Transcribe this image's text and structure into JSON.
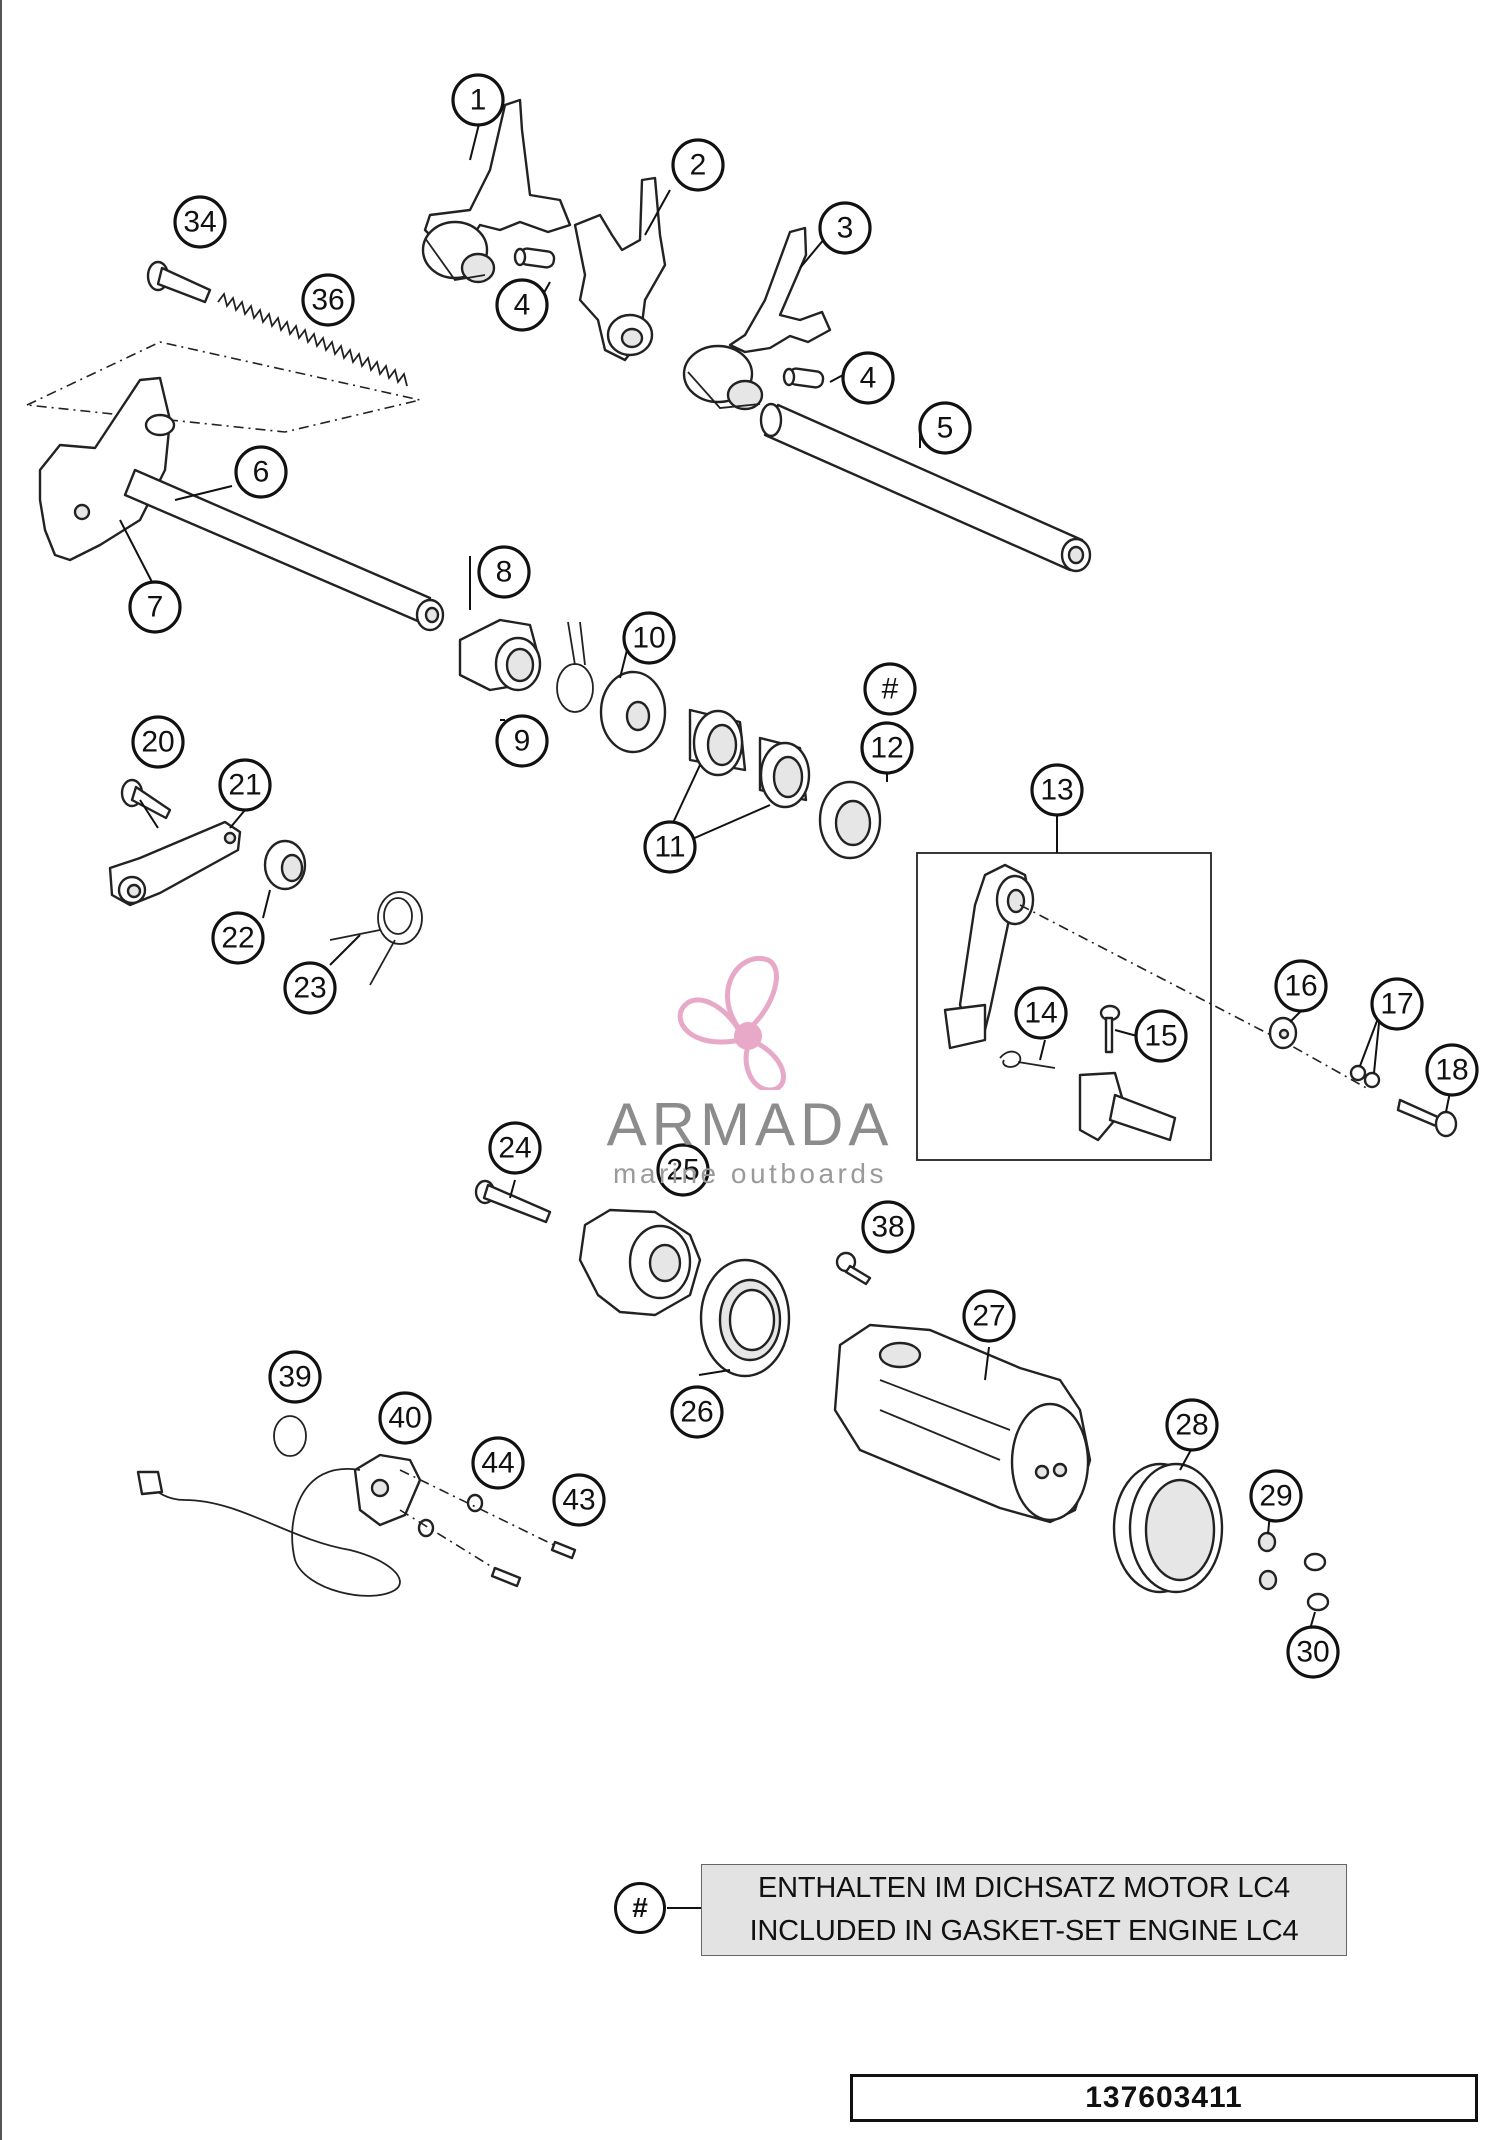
{
  "diagram": {
    "callouts": [
      {
        "id": "1",
        "label": "1"
      },
      {
        "id": "2",
        "label": "2"
      },
      {
        "id": "3",
        "label": "3"
      },
      {
        "id": "4a",
        "label": "4"
      },
      {
        "id": "4b",
        "label": "4"
      },
      {
        "id": "5",
        "label": "5"
      },
      {
        "id": "6",
        "label": "6"
      },
      {
        "id": "7",
        "label": "7"
      },
      {
        "id": "8",
        "label": "8"
      },
      {
        "id": "9",
        "label": "9"
      },
      {
        "id": "10",
        "label": "10"
      },
      {
        "id": "11",
        "label": "11"
      },
      {
        "id": "hash",
        "label": "#"
      },
      {
        "id": "12",
        "label": "12"
      },
      {
        "id": "13",
        "label": "13"
      },
      {
        "id": "14",
        "label": "14"
      },
      {
        "id": "15",
        "label": "15"
      },
      {
        "id": "16",
        "label": "16"
      },
      {
        "id": "17",
        "label": "17"
      },
      {
        "id": "18",
        "label": "18"
      },
      {
        "id": "20",
        "label": "20"
      },
      {
        "id": "21",
        "label": "21"
      },
      {
        "id": "22",
        "label": "22"
      },
      {
        "id": "23",
        "label": "23"
      },
      {
        "id": "24",
        "label": "24"
      },
      {
        "id": "25",
        "label": "25"
      },
      {
        "id": "26",
        "label": "26"
      },
      {
        "id": "27",
        "label": "27"
      },
      {
        "id": "28",
        "label": "28"
      },
      {
        "id": "29",
        "label": "29"
      },
      {
        "id": "30",
        "label": "30"
      },
      {
        "id": "34",
        "label": "34"
      },
      {
        "id": "36",
        "label": "36"
      },
      {
        "id": "38",
        "label": "38"
      },
      {
        "id": "39",
        "label": "39"
      },
      {
        "id": "40",
        "label": "40"
      },
      {
        "id": "43",
        "label": "43"
      },
      {
        "id": "44",
        "label": "44"
      }
    ]
  },
  "legend": {
    "marker": "#",
    "line_de": "ENTHALTEN IM DICHSATZ MOTOR LC4",
    "line_en": "INCLUDED IN GASKET-SET ENGINE LC4"
  },
  "drawing_number": "137603411",
  "watermark": {
    "name": "ARMADA",
    "tagline": "marine outboards"
  }
}
